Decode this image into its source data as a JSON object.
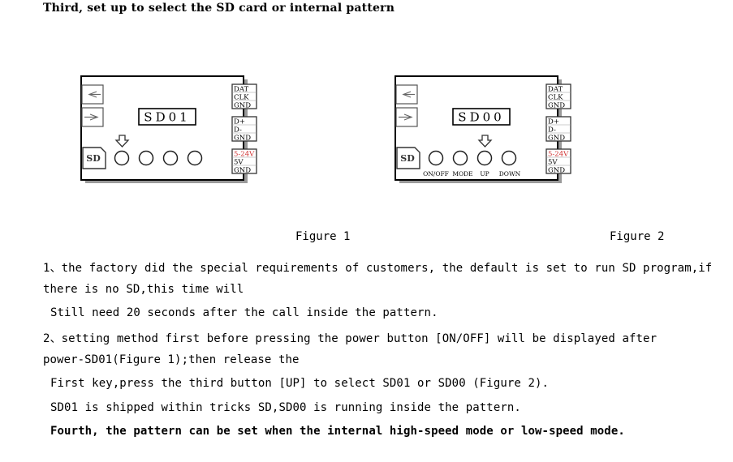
{
  "heading": "Third, set up to select the SD card or internal pattern",
  "figure1": {
    "caption": "Figure 1",
    "display": "SD01",
    "sd_label": "SD",
    "pins_top": [
      "DAT",
      "CLK",
      "GND"
    ],
    "pins_mid": [
      "D+",
      "D-",
      "GND"
    ],
    "pins_bot": [
      "5-24V",
      "5V",
      "GND"
    ]
  },
  "figure2": {
    "caption": "Figure 2",
    "display": "SD00",
    "sd_label": "SD",
    "pins_top": [
      "DAT",
      "CLK",
      "GND"
    ],
    "pins_mid": [
      "D+",
      "D-",
      "GND"
    ],
    "pins_bot": [
      "5-24V",
      "5V",
      "GND"
    ],
    "button_labels": [
      "ON/OFF",
      "MODE",
      "UP",
      "DOWN"
    ]
  },
  "paragraphs": {
    "p1_line1": "1、the factory did the special requirements of customers, the default is set to run SD program,if",
    "p1_line2": "there is no SD,this time will",
    "p1_line3": "Still need 20 seconds after the call inside the pattern.",
    "p2_line1": "2、setting method first before pressing the power button [ON/OFF] will be displayed after",
    "p2_line2": "power-SD01(Figure 1);then release the",
    "p2_line3": "First key,press the third button [UP] to select SD01 or SD00 (Figure 2).",
    "p2_line4": "SD01 is shipped within tricks SD,SD00 is running inside the pattern.",
    "p3": "Fourth, the pattern can be set when the internal high-speed mode or low-speed mode."
  },
  "colors": {
    "voltage_label": "#d03030",
    "line": "#000000"
  },
  "icons": [
    "arrow-left-icon",
    "arrow-right-icon",
    "arrow-down-icon"
  ]
}
